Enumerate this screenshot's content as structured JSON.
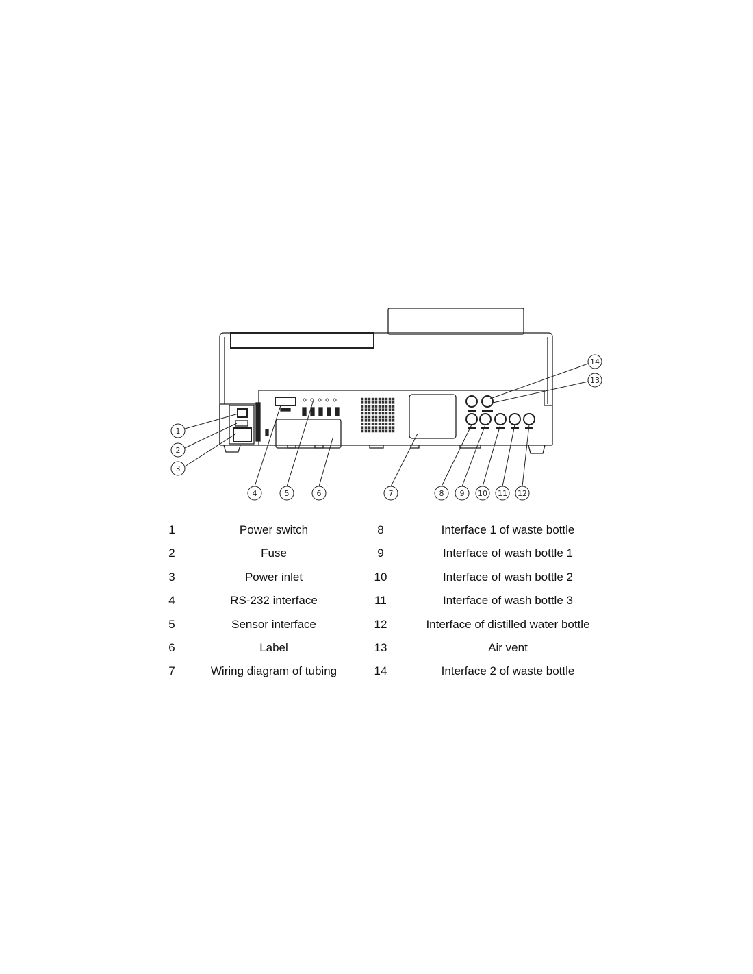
{
  "callouts": [
    "1",
    "2",
    "3",
    "4",
    "5",
    "6",
    "7",
    "8",
    "9",
    "10",
    "11",
    "12",
    "13",
    "14"
  ],
  "legend": [
    {
      "num_left": "1",
      "desc_left": "Power switch",
      "num_right": "8",
      "desc_right": "Interface 1 of waste bottle"
    },
    {
      "num_left": "2",
      "desc_left": "Fuse",
      "num_right": "9",
      "desc_right": "Interface of wash bottle 1"
    },
    {
      "num_left": "3",
      "desc_left": "Power inlet",
      "num_right": "10",
      "desc_right": "Interface of wash bottle 2"
    },
    {
      "num_left": "4",
      "desc_left": "RS-232 interface",
      "num_right": "11",
      "desc_right": "Interface of wash bottle 3"
    },
    {
      "num_left": "5",
      "desc_left": "Sensor interface",
      "num_right": "12",
      "desc_right": "Interface of distilled water bottle"
    },
    {
      "num_left": "6",
      "desc_left": "Label",
      "num_right": "13",
      "desc_right": "Air vent"
    },
    {
      "num_left": "7",
      "desc_left": "Wiring diagram of tubing",
      "num_right": "14",
      "desc_right": "Interface 2 of waste bottle"
    }
  ]
}
